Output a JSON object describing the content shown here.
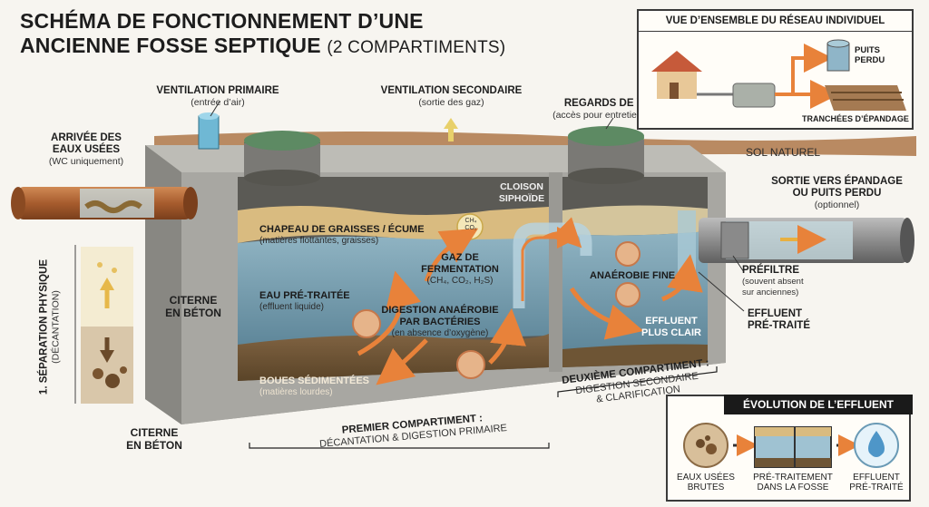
{
  "title": {
    "line1": "SCHÉMA DE FONCTIONNEMENT D’UNE",
    "line2": "ANCIENNE FOSSE SEPTIQUE",
    "line2_sub": "(2 COMPARTIMENTS)"
  },
  "labels": {
    "ventilation_primaire": "VENTILATION PRIMAIRE",
    "ventilation_primaire_note": "(entrée d’air)",
    "ventilation_secondaire": "VENTILATION SECONDAIRE",
    "ventilation_secondaire_note": "(sortie des gaz)",
    "regards_line1": "REGARDS DE VISITE",
    "regards_note": "(accès pour entretien/vidange)",
    "sol_naturel": "SOL NATUREL",
    "arrivee_line1": "ARRIVÉE DES",
    "arrivee_line2": "EAUX USÉES",
    "arrivee_note": "(WC uniquement)",
    "sortie_line1": "SORTIE VERS ÉPANDAGE",
    "sortie_line2": "OU PUITS PERDU",
    "sortie_note": "(optionnel)",
    "prefiltre": "PRÉFILTRE",
    "prefiltre_note1": "(souvent absent",
    "prefiltre_note2": "sur anciennes)",
    "effluent_pretraite_line1": "EFFLUENT",
    "effluent_pretraite_line2": "PRÉ-TRAITÉ",
    "separation_line1": "1. SÉPARATION PHYSIQUE",
    "separation_line2": "(DÉCANTATION)",
    "citerne_inner_line1": "CITERNE",
    "citerne_inner_line2": "EN BÉTON",
    "citerne_outer_line1": "CITERNE",
    "citerne_outer_line2": "EN BÉTON",
    "cloison_line1": "CLOISON",
    "cloison_line2": "SIPHOÏDE",
    "chapeau": "CHAPEAU DE GRAISSES / ÉCUME",
    "chapeau_note": "(matières flottantes, graisses)",
    "eau_pretraitee": "EAU PRÉ-TRAITÉE",
    "eau_pretraitee_note": "(effluent liquide)",
    "digestion_line1": "DIGESTION ANAÉROBIE",
    "digestion_line2": "PAR BACTÉRIES",
    "digestion_note": "(en absence d’oxygène)",
    "gaz_line1": "GAZ DE",
    "gaz_line2": "FERMENTATION",
    "gaz_note": "(CH₄, CO₂, H₂S)",
    "ch4_badge_1": "CH₄",
    "ch4_badge_2": "CO₂",
    "boues": "BOUES SÉDIMENTÉES",
    "boues_note": "(matières lourdes)",
    "anaerobie_fine": "ANAÉROBIE FINE",
    "effluent_clair_line1": "EFFLUENT",
    "effluent_clair_line2": "PLUS CLAIR",
    "premier_line1": "PREMIER COMPARTIMENT :",
    "premier_line2": "DÉCANTATION & DIGESTION PRIMAIRE",
    "deuxieme_line1": "DEUXIÈME COMPARTIMENT :",
    "deuxieme_line2": "DIGESTION SECONDAIRE",
    "deuxieme_line3": "& CLARIFICATION"
  },
  "overview": {
    "title": "VUE D’ENSEMBLE DU RÉSEAU INDIVIDUEL",
    "puits_line1": "PUITS",
    "puits_line2": "PERDU",
    "tranchees": "TRANCHÉES D’ÉPANDAGE"
  },
  "evolution": {
    "title": "ÉVOLUTION DE L’EFFLUENT",
    "cap1_line1": "EAUX USÉES",
    "cap1_line2": "BRUTES",
    "cap2_line1": "PRÉ-TRAITEMENT",
    "cap2_line2": "DANS LA FOSSE",
    "cap3_line1": "EFFLUENT",
    "cap3_line2": "PRÉ-TRAITÉ"
  },
  "colors": {
    "concrete": "#a9a8a3",
    "concrete_dark": "#7d7c78",
    "grease": "#d8b879",
    "water": "#6f9ab0",
    "sludge": "#6e5535",
    "arrow_orange": "#e8823a",
    "pipe_copper": "#b8683a",
    "soil": "#9b6d4a",
    "lid_green": "#4f7a55"
  }
}
